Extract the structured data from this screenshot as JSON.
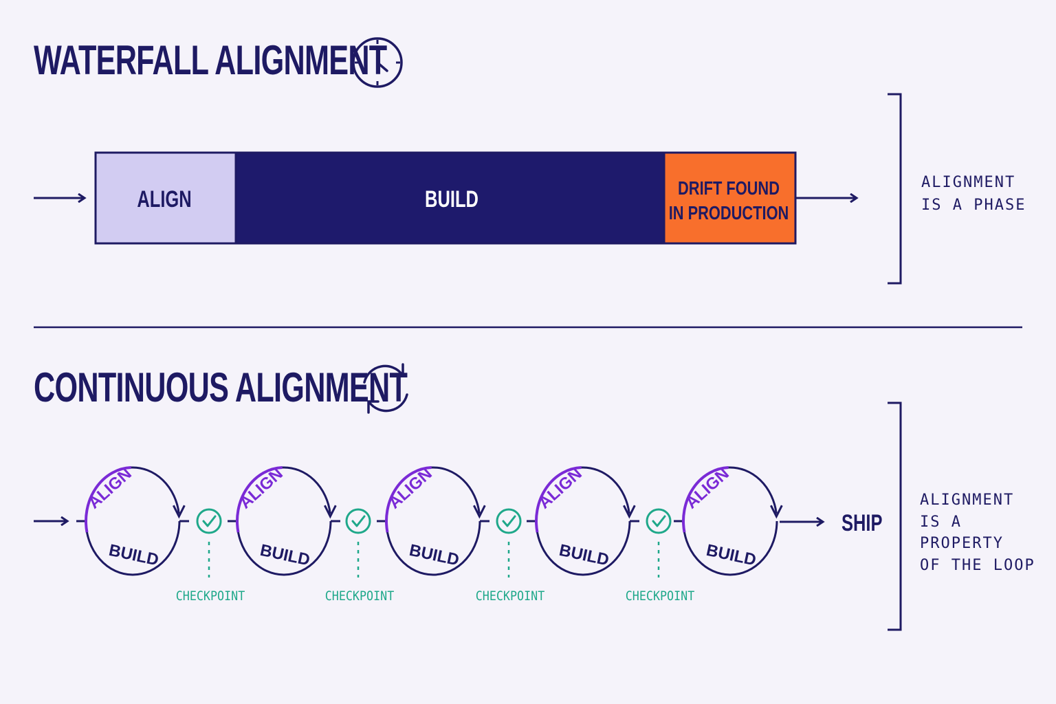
{
  "waterfall": {
    "title": "WATERFALL ALIGNMENT",
    "segments": [
      {
        "label": "ALIGN",
        "color": "#d2ccf2",
        "text_color": "#1e1a63"
      },
      {
        "label": "BUILD",
        "color": "#1e1a6c",
        "text_color": "#ffffff"
      },
      {
        "label_lines": [
          "DRIFT FOUND",
          "IN PRODUCTION"
        ],
        "color": "#f86f2c",
        "text_color": "#1e1a63"
      }
    ],
    "note_lines": [
      "ALIGNMENT",
      "IS A PHASE"
    ],
    "icon": "clock-icon"
  },
  "continuous": {
    "title": "CONTINUOUS ALIGNMENT",
    "loops": [
      {
        "align_label": "ALIGN",
        "build_label": "BUILD"
      },
      {
        "align_label": "ALIGN",
        "build_label": "BUILD"
      },
      {
        "align_label": "ALIGN",
        "build_label": "BUILD"
      },
      {
        "align_label": "ALIGN",
        "build_label": "BUILD"
      },
      {
        "align_label": "ALIGN",
        "build_label": "BUILD"
      }
    ],
    "checkpoints": [
      "CHECKPOINT",
      "CHECKPOINT",
      "CHECKPOINT",
      "CHECKPOINT"
    ],
    "end_label": "SHIP",
    "note_lines": [
      "ALIGNMENT",
      "IS A PROPERTY",
      "OF THE LOOP"
    ],
    "icon": "refresh-cycle-icon"
  },
  "colors": {
    "navy": "#1e1a63",
    "purple": "#7a2ad6",
    "teal": "#1fa88a",
    "background": "#f5f3fa"
  }
}
